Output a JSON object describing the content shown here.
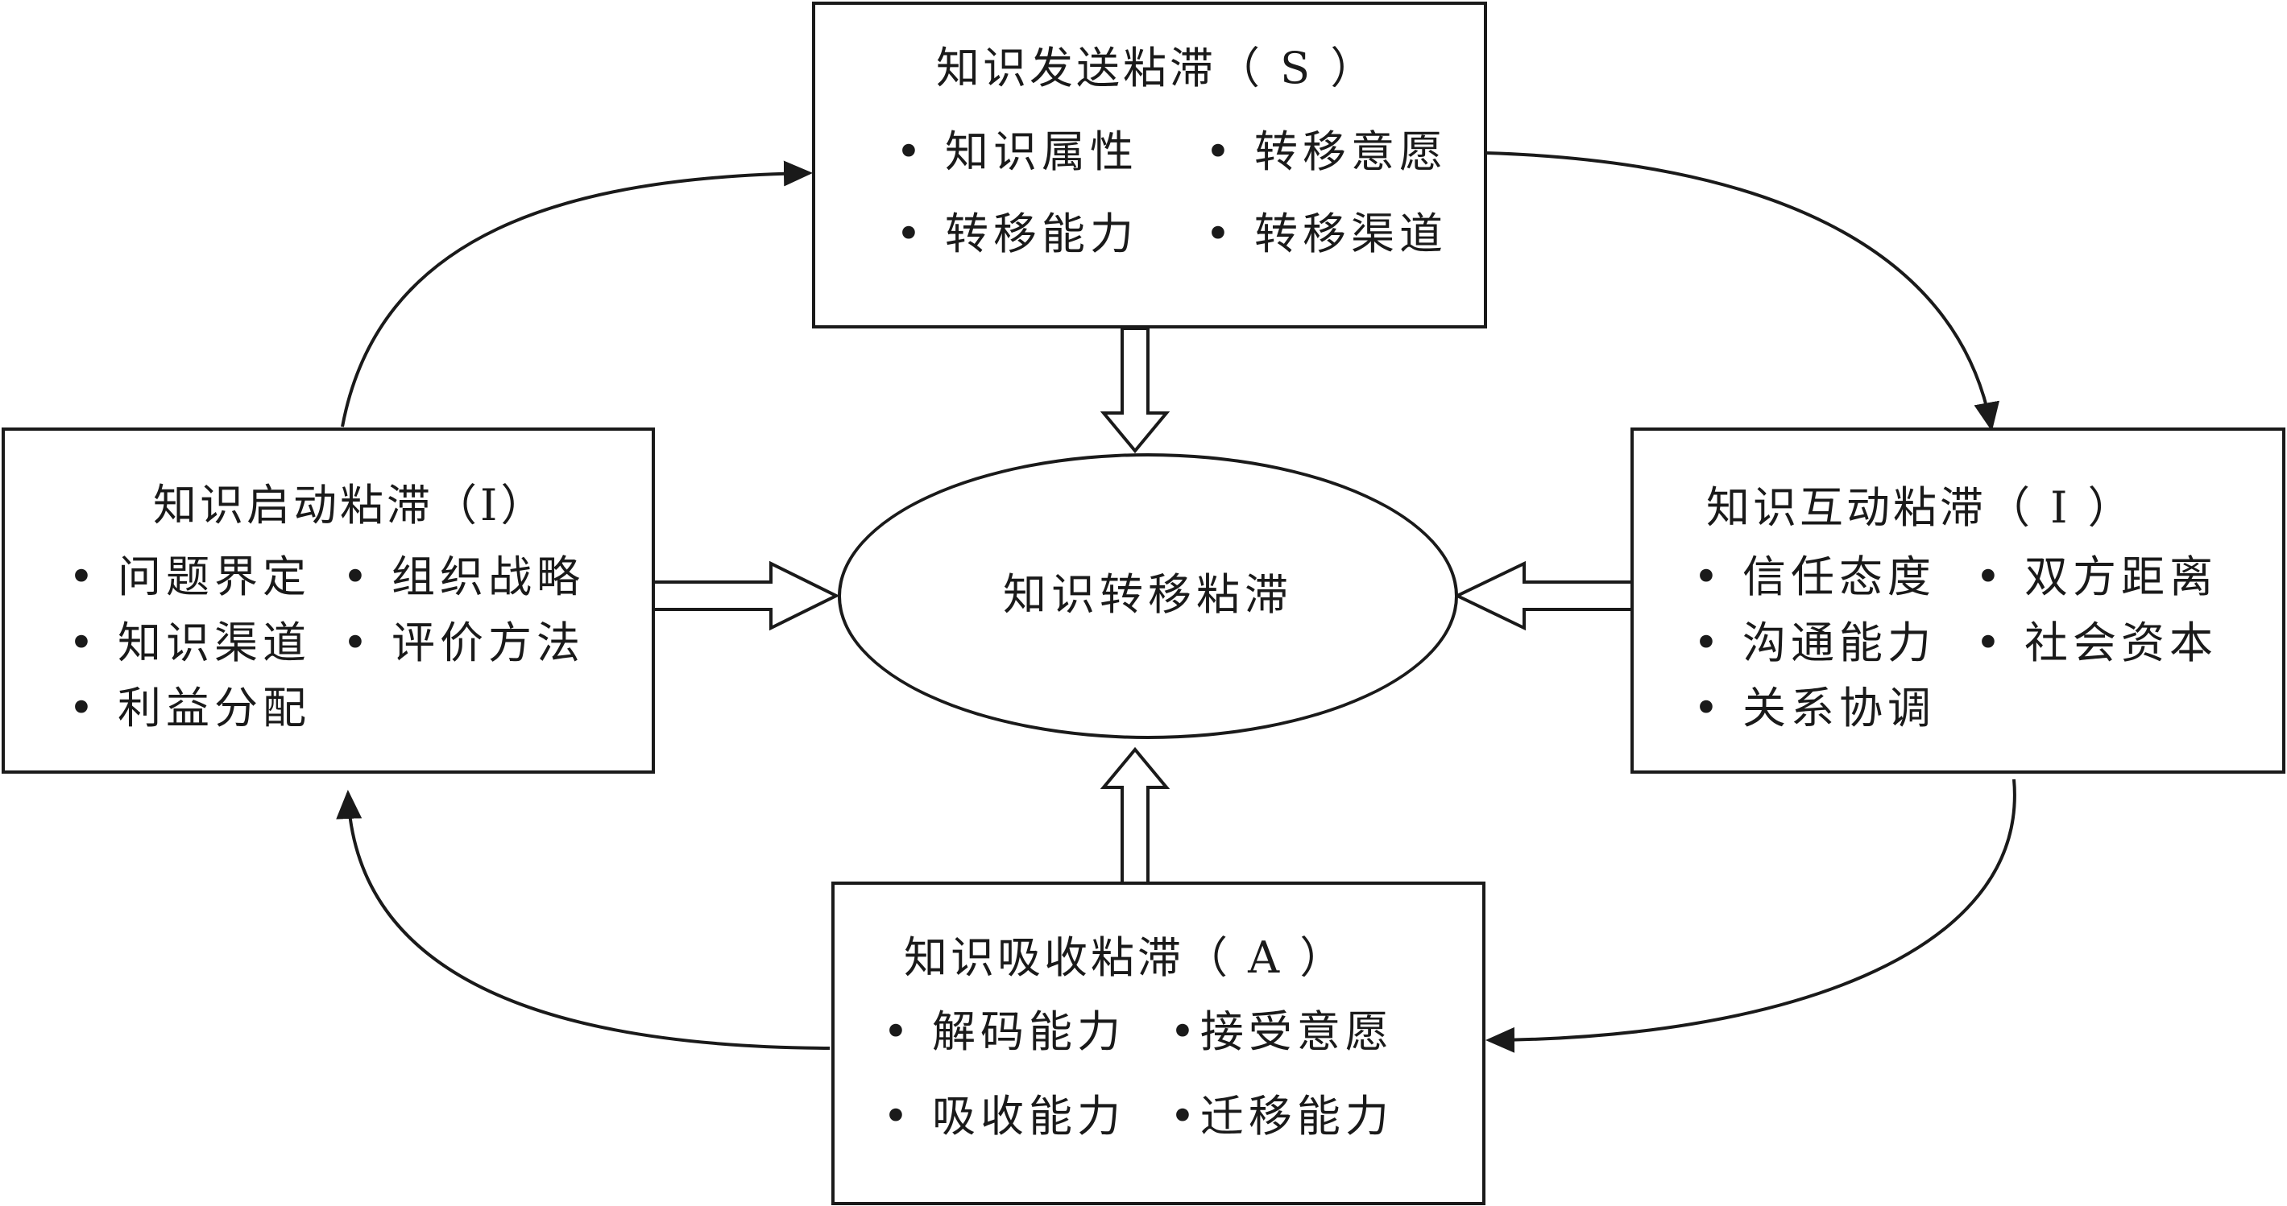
{
  "center": {
    "label": "知识转移粘滞"
  },
  "top_box": {
    "title": "知识发送粘滞（ S ）",
    "items": [
      "• 知识属性",
      "• 转移意愿",
      "• 转移能力",
      "• 转移渠道"
    ]
  },
  "left_box": {
    "title": "知识启动粘滞（I）",
    "items": [
      "• 问题界定",
      "• 组织战略",
      "• 知识渠道",
      "• 评价方法",
      "• 利益分配"
    ]
  },
  "right_box": {
    "title": "知识互动粘滞（ I ）",
    "items": [
      "• 信任态度",
      "• 双方距离",
      "• 沟通能力",
      "• 社会资本",
      "• 关系协调"
    ]
  },
  "bottom_box": {
    "title": "知识吸收粘滞（ A ）",
    "items": [
      "• 解码能力",
      "•接受意愿",
      "• 吸收能力",
      "•迁移能力"
    ]
  },
  "colors": {
    "line": "#1a1a1a",
    "background": "#ffffff"
  }
}
